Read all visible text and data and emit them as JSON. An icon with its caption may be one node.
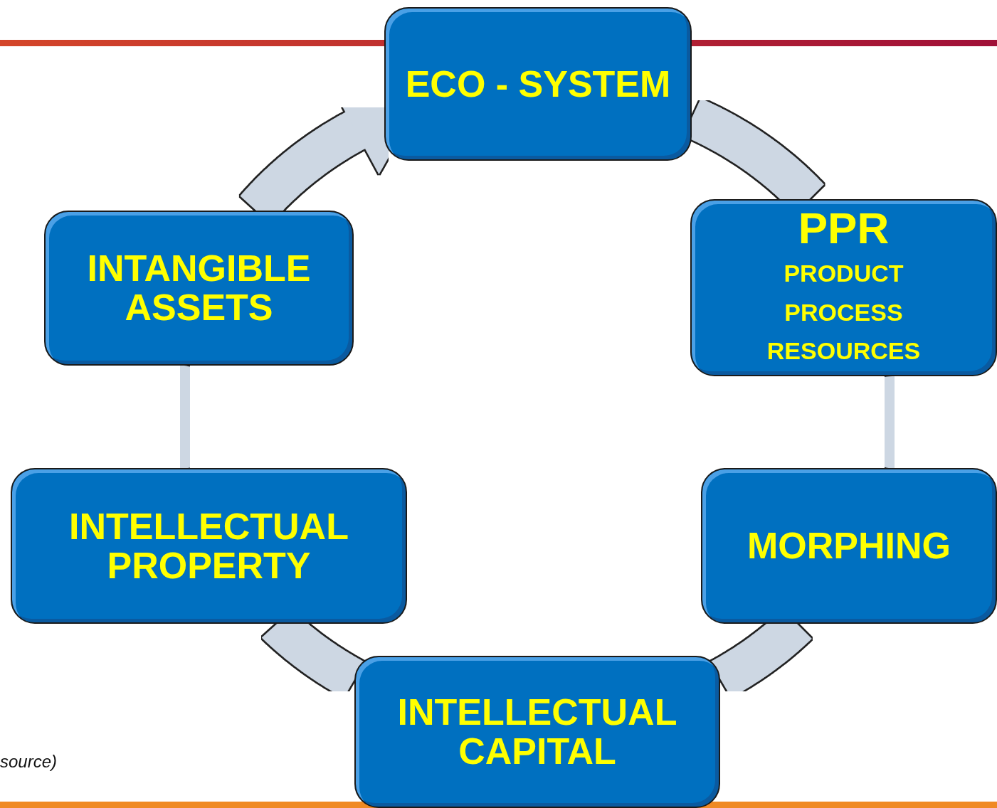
{
  "diagram": {
    "nodes": [
      {
        "text": [
          "ECO - SYSTEM"
        ]
      },
      {
        "text": [
          "PPR",
          "PRODUCT PROCESS RESOURCES"
        ]
      },
      {
        "text": [
          "MORPHING"
        ]
      },
      {
        "text": [
          "INTELLECTUAL CAPITAL"
        ]
      },
      {
        "text": [
          "INTELLECTUAL PROPERTY"
        ]
      },
      {
        "text": [
          "INTANGIBLE ASSETS"
        ]
      }
    ],
    "edges": [
      {
        "from": 0,
        "to": 1,
        "arrow": "none"
      },
      {
        "from": 1,
        "to": 2,
        "arrow": "none"
      },
      {
        "from": 2,
        "to": 3,
        "arrow": "none"
      },
      {
        "from": 3,
        "to": 4,
        "arrow": "none"
      },
      {
        "from": 4,
        "to": 5,
        "arrow": "none"
      },
      {
        "from": 5,
        "to": 0,
        "arrow": "to"
      }
    ],
    "labels": [
      "source)"
    ]
  }
}
